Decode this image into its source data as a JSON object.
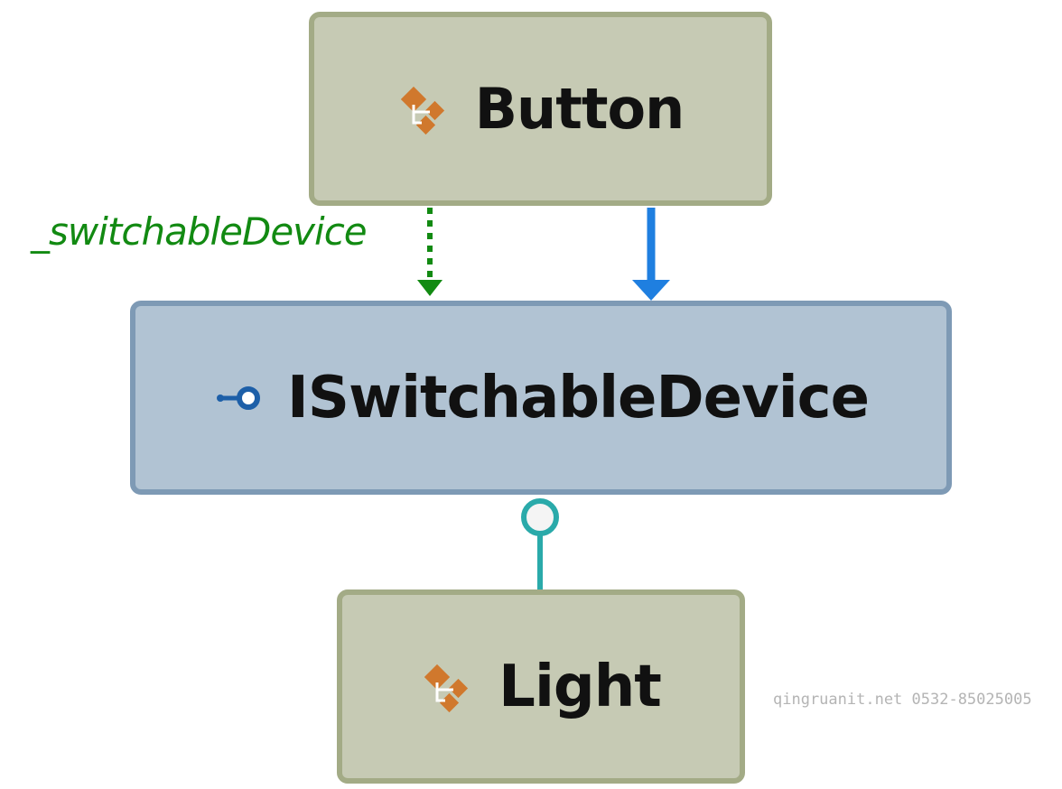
{
  "diagram": {
    "nodes": [
      {
        "id": "button",
        "label": "Button",
        "kind": "class",
        "icon": "class-icon"
      },
      {
        "id": "iface",
        "label": "ISwitchableDevice",
        "kind": "interface",
        "icon": "interface-icon"
      },
      {
        "id": "light",
        "label": "Light",
        "kind": "class",
        "icon": "class-icon"
      }
    ],
    "edges": [
      {
        "from": "button",
        "to": "iface",
        "type": "association",
        "label": "_switchableDevice",
        "style": "dotted"
      },
      {
        "from": "button",
        "to": "iface",
        "type": "dependency",
        "style": "solid"
      },
      {
        "from": "light",
        "to": "iface",
        "type": "implements",
        "style": "lollipop"
      }
    ]
  },
  "colors": {
    "class_fill": "#c6cab4",
    "class_border": "#a3ab86",
    "interface_fill": "#b1c3d3",
    "interface_border": "#7e9ab5",
    "association": "#128a12",
    "dependency": "#1f7fe0",
    "implements": "#2aaaaa",
    "class_icon": "#d0782d"
  },
  "watermark": "qingruanit.net 0532-85025005"
}
